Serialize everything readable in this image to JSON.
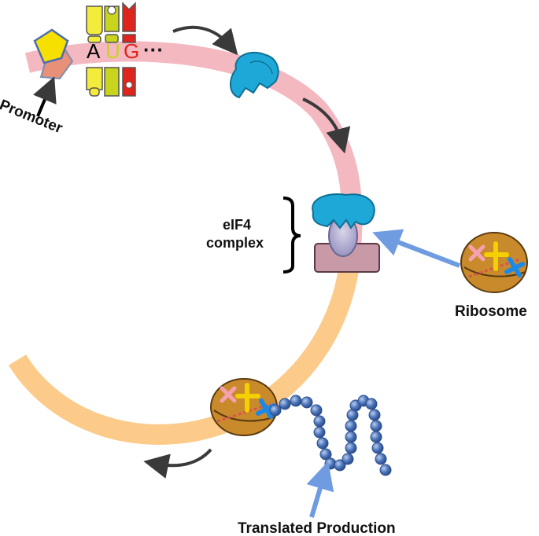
{
  "labels": {
    "promoter": "Promoter",
    "codon_a": "A",
    "codon_u": "U",
    "codon_g": "G",
    "ellipsis": "···",
    "eif4_line1": "eIF4",
    "eif4_line2": "complex",
    "ribosome": "Ribosome",
    "translated": "Translated Production"
  },
  "colors": {
    "mrna_5prime": "#f4b8c1",
    "mrna_3prime": "#fccb8a",
    "eif4_blue": "#1ea8d8",
    "eif4_purple": "#c89aa8",
    "ribosome": "#c98a2c",
    "protein_bead": "#4a72b8",
    "arrow_blue": "#6f9be0",
    "arrow_dark": "#3a3a3a",
    "codon_a": "#000000",
    "codon_u": "#c8d41e",
    "codon_g": "#e0241b"
  },
  "icons": [
    "promoter-icon",
    "trna-icon",
    "eif4-cap-icon",
    "ribosome-icon",
    "protein-chain-icon"
  ]
}
